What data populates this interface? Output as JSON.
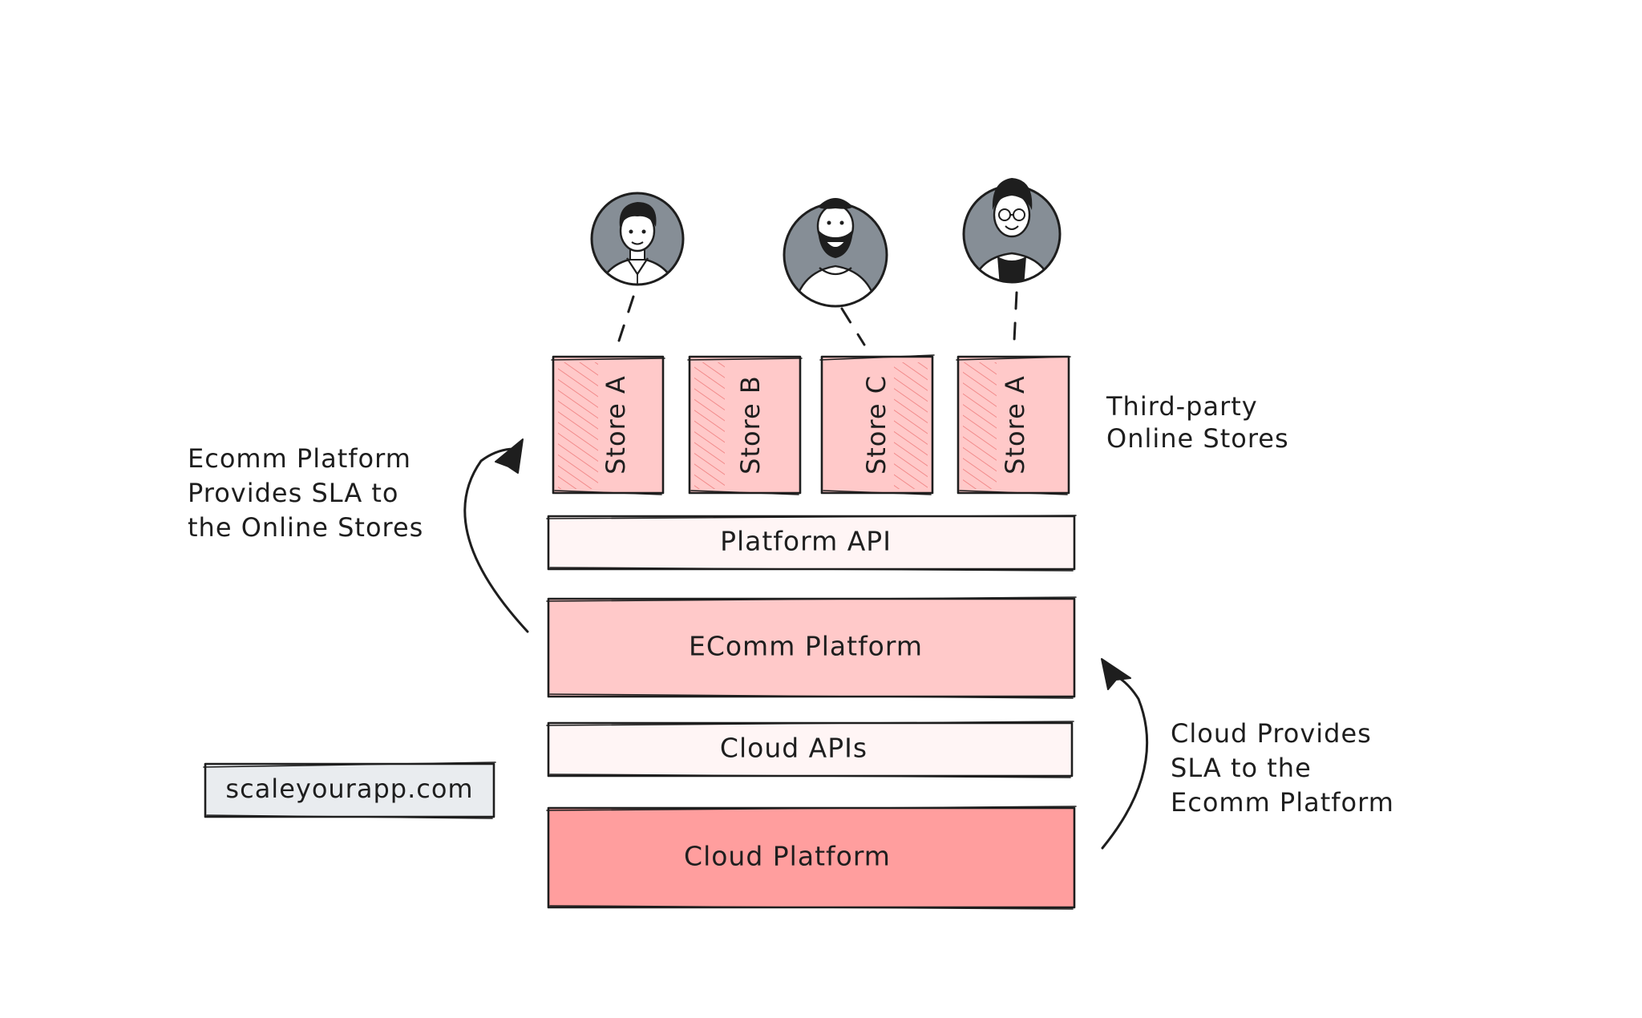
{
  "colors": {
    "api_fill": "#fff5f5",
    "ecomm_fill": "#ffc9c9",
    "cloud_fill": "#ff9e9e",
    "store_fill": "#ffc9c9",
    "store_hatch": "#f28b8b",
    "badge_fill": "#e9ecef",
    "avatar_fill": "#868e96",
    "stroke": "#1e1e1e"
  },
  "layers": {
    "platform_api": "Platform API",
    "ecomm_platform": "EComm Platform",
    "cloud_apis": "Cloud APIs",
    "cloud_platform": "Cloud Platform"
  },
  "stores": [
    {
      "label": "Store A"
    },
    {
      "label": "Store B"
    },
    {
      "label": "Store C"
    },
    {
      "label": "Store A"
    }
  ],
  "notes": {
    "third_party": [
      "Third-party",
      "Online Stores"
    ],
    "ecomm_sla": [
      "Ecomm Platform",
      "Provides SLA to",
      "the Online Stores"
    ],
    "cloud_sla": [
      "Cloud Provides",
      "SLA to the",
      "Ecomm Platform"
    ]
  },
  "badge": {
    "text": "scaleyourapp.com"
  },
  "avatars": [
    {
      "icon": "man-collared-shirt-avatar-icon"
    },
    {
      "icon": "bearded-man-avatar-icon"
    },
    {
      "icon": "woman-glasses-avatar-icon"
    }
  ]
}
